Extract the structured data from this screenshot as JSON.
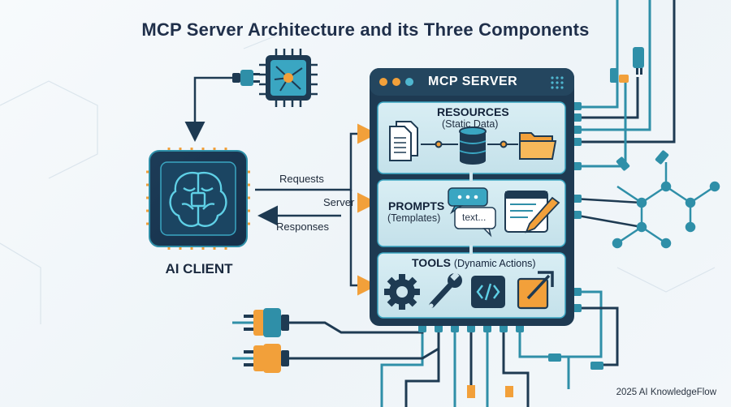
{
  "title": "MCP Server Architecture and its Three Components",
  "client": {
    "label": "AI CLIENT"
  },
  "flows": {
    "requests": "Requests",
    "server": "Server",
    "responses": "Responses"
  },
  "server": {
    "title": "MCP SERVER",
    "sections": [
      {
        "title": "RESOURCES",
        "subtitle": "(Static Data)"
      },
      {
        "title": "PROMPTS",
        "subtitle": "(Templates)",
        "bubble": "text..."
      },
      {
        "title": "TOOLS",
        "subtitle": "(Dynamic Actions)"
      }
    ]
  },
  "footer": "2025 AI KnowledgeFlow",
  "colors": {
    "navy": "#1e3a52",
    "teal": "#2f8fa8",
    "panel": "#cfe6ee",
    "orange": "#f2a03a",
    "dark_text": "#1f2f4a"
  }
}
